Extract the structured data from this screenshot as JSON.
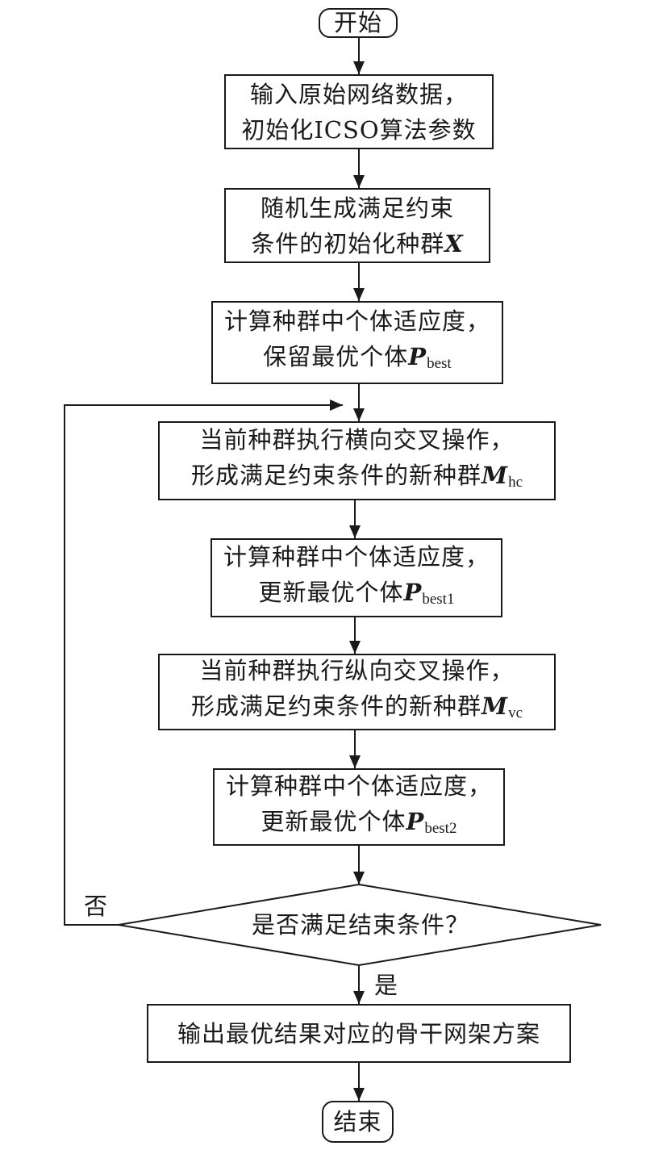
{
  "flowchart": {
    "start": "开始",
    "step1": {
      "line1": "输入原始网络数据，",
      "line2": "初始化ICSO算法参数"
    },
    "step2": {
      "line1": "随机生成满足约束",
      "line2": "条件的初始化种群",
      "symbol": "X"
    },
    "step3": {
      "line1": "计算种群中个体适应度，",
      "line2": "保留最优个体",
      "symbol": "P",
      "subscript": "best"
    },
    "step4": {
      "line1": "当前种群执行横向交叉操作，",
      "line2": "形成满足约束条件的新种群",
      "symbol": "M",
      "subscript": "hc"
    },
    "step5": {
      "line1": "计算种群中个体适应度，",
      "line2": "更新最优个体",
      "symbol": "P",
      "subscript": "best1"
    },
    "step6": {
      "line1": "当前种群执行纵向交叉操作，",
      "line2": "形成满足约束条件的新种群",
      "symbol": "M",
      "subscript": "vc"
    },
    "step7": {
      "line1": "计算种群中个体适应度，",
      "line2": "更新最优个体",
      "symbol": "P",
      "subscript": "best2"
    },
    "decision": "是否满足结束条件？",
    "no_label": "否",
    "yes_label": "是",
    "output": "输出最优结果对应的骨干网架方案",
    "end": "结束"
  }
}
